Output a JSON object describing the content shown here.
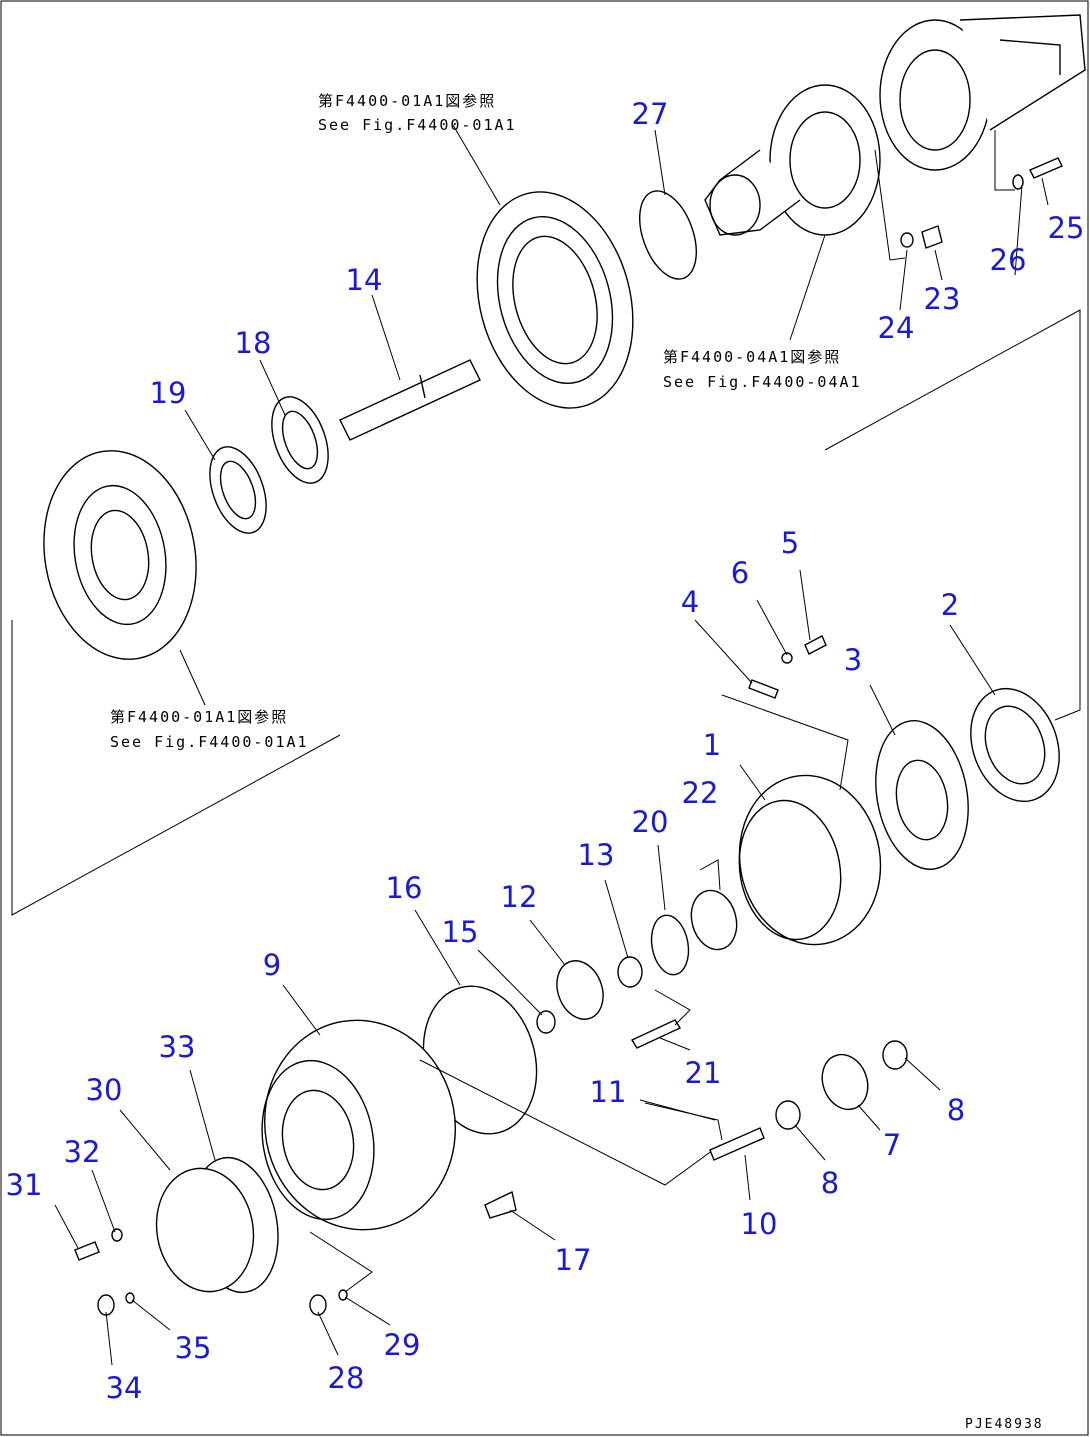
{
  "references": [
    {
      "jp": "第F4400-01A1図参照",
      "en": "See Fig.F4400-01A1"
    },
    {
      "jp": "第F4400-04A1図参照",
      "en": "See Fig.F4400-04A1"
    },
    {
      "jp": "第F4400-01A1図参照",
      "en": "See Fig.F4400-01A1"
    }
  ],
  "part_numbers": [
    "1",
    "2",
    "3",
    "4",
    "5",
    "6",
    "7",
    "8",
    "8",
    "9",
    "10",
    "11",
    "12",
    "13",
    "14",
    "15",
    "16",
    "17",
    "18",
    "19",
    "20",
    "21",
    "22",
    "23",
    "24",
    "25",
    "26",
    "27",
    "28",
    "29",
    "30",
    "31",
    "32",
    "33",
    "34",
    "35"
  ],
  "drawing_code": "PJE48938"
}
